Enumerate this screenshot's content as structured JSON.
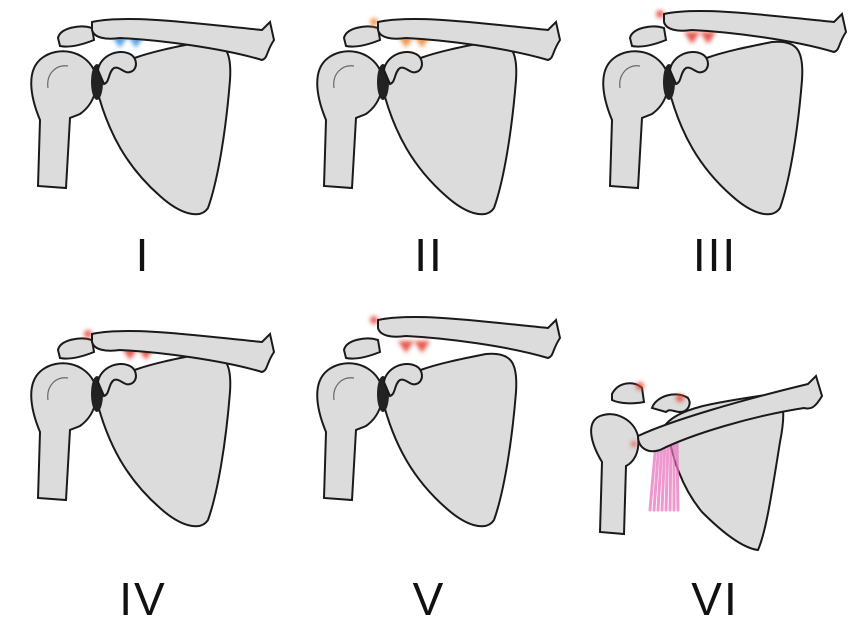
{
  "figure": {
    "panels": [
      {
        "label": "I",
        "injury_color": "#3b8fe0"
      },
      {
        "label": "II",
        "injury_color": "#f08030"
      },
      {
        "label": "III",
        "injury_color": "#e33b2e"
      },
      {
        "label": "IV",
        "injury_color": "#e33b2e"
      },
      {
        "label": "V",
        "injury_color": "#e33b2e"
      },
      {
        "label": "VI",
        "injury_color": "#e33b2e",
        "muscle_color": "#e878c0"
      }
    ],
    "bone_fill": "#dcdcdc",
    "bone_stroke": "#1a1a1a"
  }
}
